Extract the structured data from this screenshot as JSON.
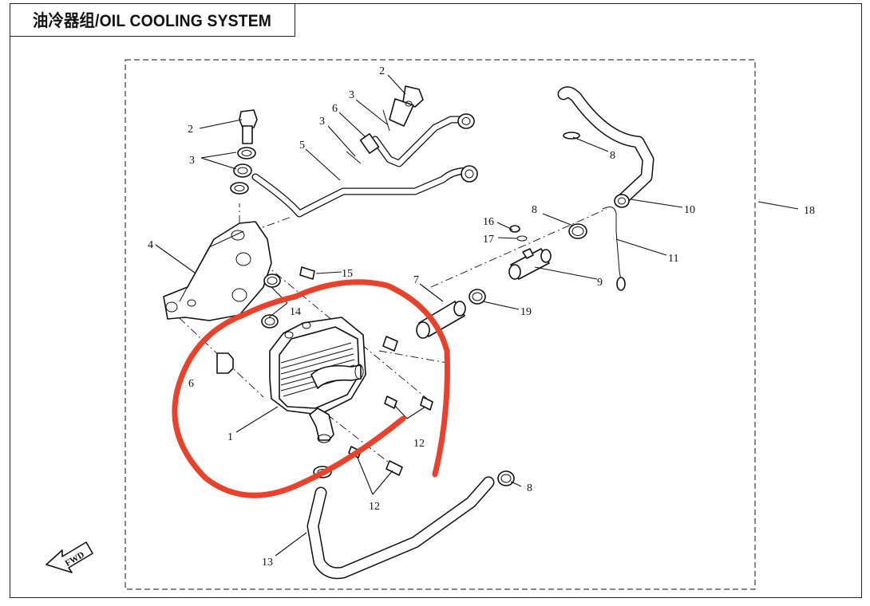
{
  "title": "油冷器组/OIL COOLING SYSTEM",
  "fwd_label": "FWD",
  "callouts": {
    "c1": "1",
    "c2a": "2",
    "c2b": "2",
    "c3a": "3",
    "c3b": "3",
    "c3c": "3",
    "c4": "4",
    "c5": "5",
    "c6": "6",
    "c7": "7",
    "c8a": "8",
    "c8b": "8",
    "c8c": "8",
    "c9": "9",
    "c10": "10",
    "c11": "11",
    "c12a": "12",
    "c12b": "12",
    "c13": "13",
    "c14": "14",
    "c15": "15",
    "c16": "16",
    "c17": "17",
    "c18": "18",
    "c19": "19",
    "c_partial": "6"
  },
  "annotation": {
    "color": "#e8412c",
    "shape": "hand-drawn circle"
  }
}
